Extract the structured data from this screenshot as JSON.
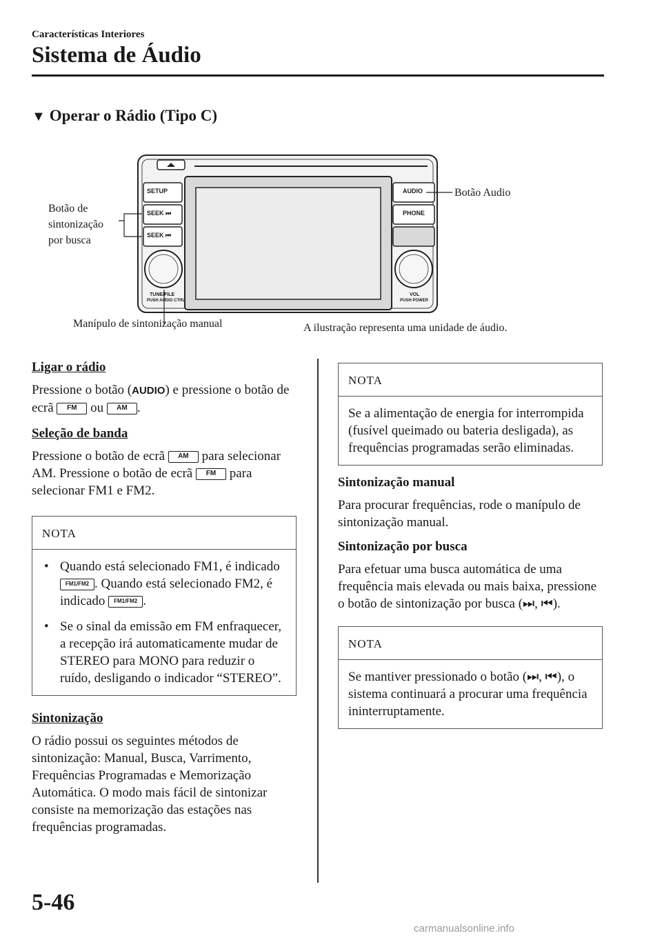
{
  "header": {
    "section": "Características Interiores",
    "title": "Sistema de Áudio"
  },
  "heading": "Operar o Rádio (Tipo C)",
  "figure": {
    "callout_seek": "Botão de\nsintonização\npor busca",
    "callout_audio": "Botão Audio",
    "callout_tune": "Manípulo de sintonização manual",
    "caption": "A ilustração representa uma unidade de áudio.",
    "unit_buttons": {
      "setup": "SETUP",
      "seek_up": "SEEK ⏭",
      "seek_down": "SEEK ⏮",
      "audio": "AUDIO",
      "phone": "PHONE",
      "tune_label": "TUNE/FILE",
      "tune_sub": "PUSH AUDIO CTRL",
      "vol_label": "VOL",
      "vol_sub": "PUSH POWER"
    }
  },
  "left": {
    "ligar_title": "Ligar o rádio",
    "ligar_p1": "Pressione o botão (",
    "ligar_audio_icon": "AUDIO",
    "ligar_p2": ") e pressione o botão de ecrã ",
    "ligar_fm": "FM",
    "ligar_ou": " ou ",
    "ligar_am": "AM",
    "ligar_end": ".",
    "banda_title": "Seleção de banda",
    "banda_p1": "Pressione o botão de ecrã ",
    "banda_am": "AM",
    "banda_p2": " para selecionar AM. Pressione o botão de ecrã ",
    "banda_fm": "FM",
    "banda_p3": " para selecionar FM1 e FM2.",
    "nota1_head": "NOTA",
    "nota1_b1_a": "Quando está selecionado FM1, é indicado ",
    "nota1_b1_icon1": "FM1/FM2",
    "nota1_b1_b": ". Quando está selecionado FM2, é indicado ",
    "nota1_b1_icon2": "FM1/FM2",
    "nota1_b1_c": ".",
    "nota1_b2": "Se o sinal da emissão em FM enfraquecer, a recepção irá automaticamente mudar de STEREO para MONO para reduzir o ruído, desligando o indicador “STEREO”.",
    "sint_title": "Sintonização",
    "sint_p": "O rádio possui os seguintes métodos de sintonização: Manual, Busca, Varrimento, Frequências Programadas e Memorização Automática. O modo mais fácil de sintonizar consiste na memorização das estações nas frequências programadas."
  },
  "right": {
    "nota2_head": "NOTA",
    "nota2_body": "Se a alimentação de energia for interrompida (fusível queimado ou bateria desligada), as frequências programadas serão eliminadas.",
    "manual_title": "Sintonização manual",
    "manual_p": "Para procurar frequências, rode o manípulo de sintonização manual.",
    "busca_title": "Sintonização por busca",
    "busca_p": "Para efetuar uma busca automática de uma frequência mais elevada ou mais baixa, pressione o botão de sintonização por busca (⏭, ⏮).",
    "nota3_head": "NOTA",
    "nota3_body": "Se mantiver pressionado o botão (⏭, ⏮), o sistema continuará a procurar uma frequência ininterruptamente."
  },
  "footer": {
    "page_number": "5-46",
    "watermark": "carmanualsonline.info"
  }
}
